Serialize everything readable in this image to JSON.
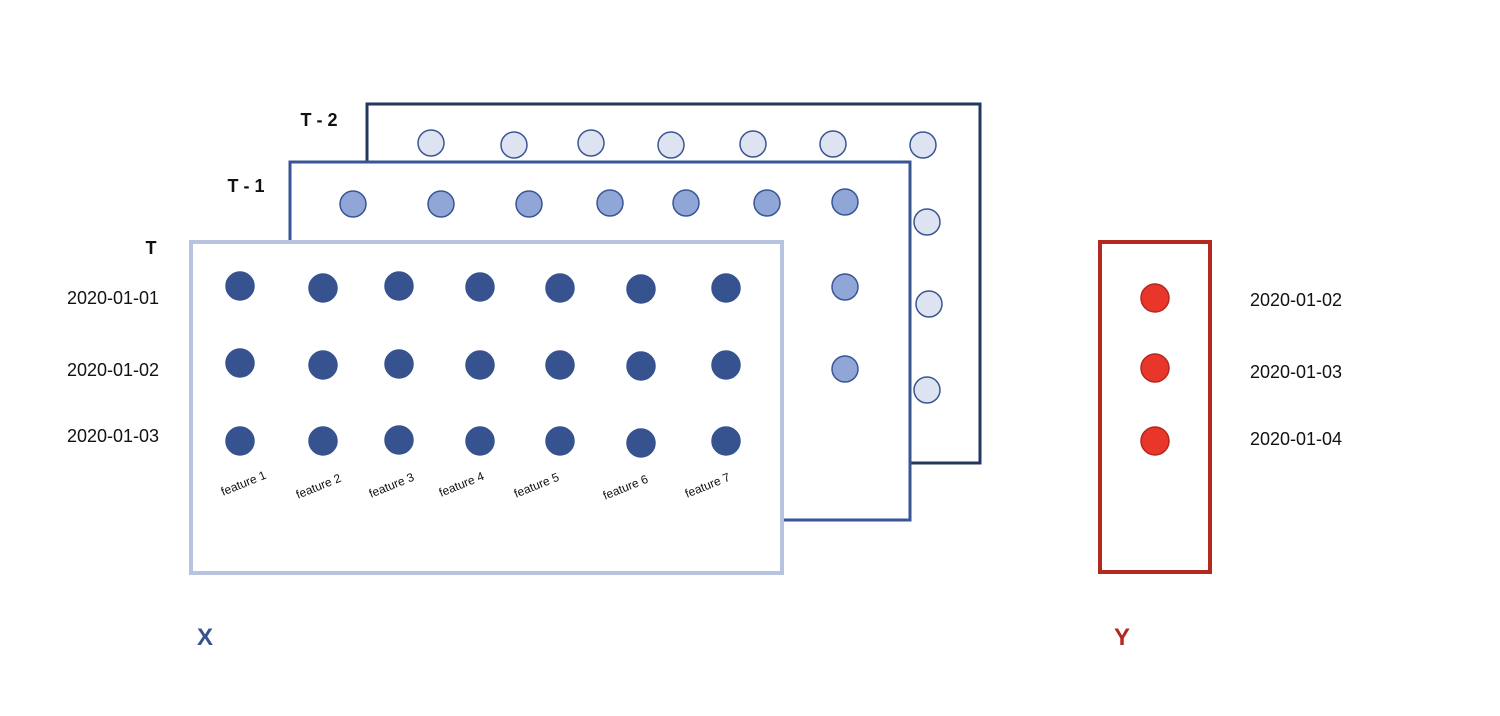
{
  "layers": [
    {
      "label": "T - 2",
      "border_color": "#22385e",
      "dot_fill": "#dde3f0",
      "dot_stroke": "#3a5596"
    },
    {
      "label": "T - 1",
      "border_color": "#3a5596",
      "dot_fill": "#8fa6d6",
      "dot_stroke": "#3a5596"
    },
    {
      "label": "T",
      "border_color": "#b7c4e0",
      "dot_fill": "#36538f",
      "dot_stroke": "#36538f"
    }
  ],
  "x_dates": [
    "2020-01-01",
    "2020-01-02",
    "2020-01-03"
  ],
  "features": [
    "feature 1",
    "feature 2",
    "feature 3",
    "feature 4",
    "feature 5",
    "feature 6",
    "feature 7"
  ],
  "y_dates": [
    "2020-01-02",
    "2020-01-03",
    "2020-01-04"
  ],
  "y_box": {
    "border_color": "#b3281f",
    "dot_fill": "#e8362a",
    "dot_stroke": "#b3281f"
  },
  "x_label": {
    "text": "X",
    "color": "#36538f"
  },
  "y_label": {
    "text": "Y",
    "color": "#b3281f"
  }
}
